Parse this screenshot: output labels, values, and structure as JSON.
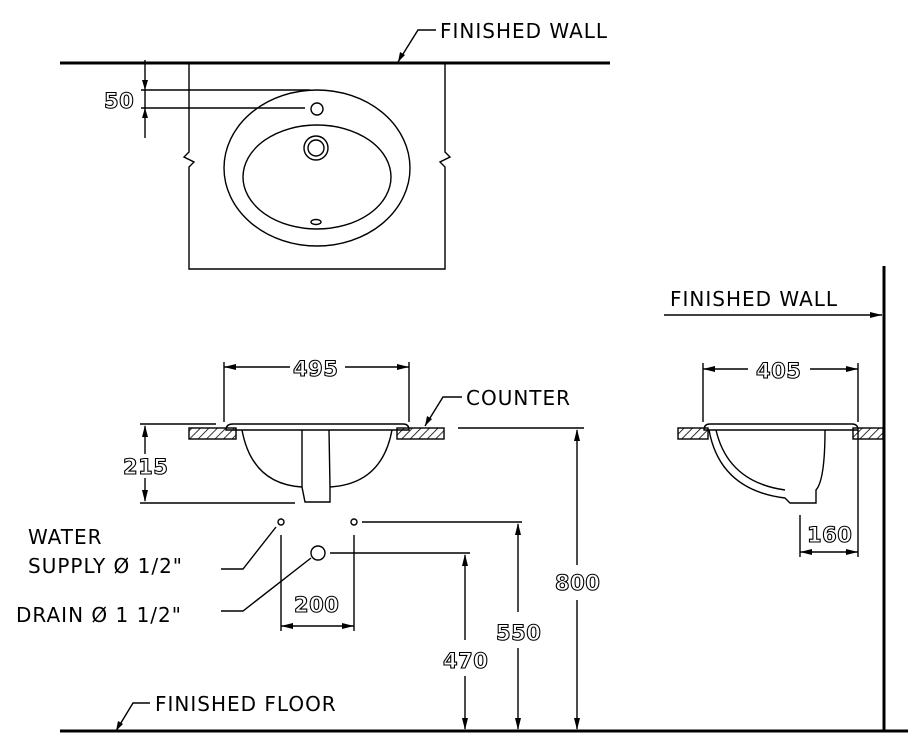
{
  "labels": {
    "finished_wall_top": "FINISHED  WALL",
    "finished_wall_side": "FINISHED  WALL",
    "counter": "COUNTER",
    "water_supply_line1": "WATER",
    "water_supply_line2": "SUPPLY Ø 1/2\"",
    "drain": "DRAIN Ø 1 1/2\"",
    "finished_floor": "FINISHED  FLOOR"
  },
  "dimensions": {
    "tap_hole_from_wall": "50",
    "basin_width": "495",
    "basin_depth_below_counter": "215",
    "basin_front_to_back": "405",
    "drain_from_wall": "160",
    "supply_spacing": "200",
    "counter_height": "800",
    "supply_height": "550",
    "drain_height": "470"
  },
  "colors": {
    "line": "#000000",
    "background": "#ffffff"
  }
}
